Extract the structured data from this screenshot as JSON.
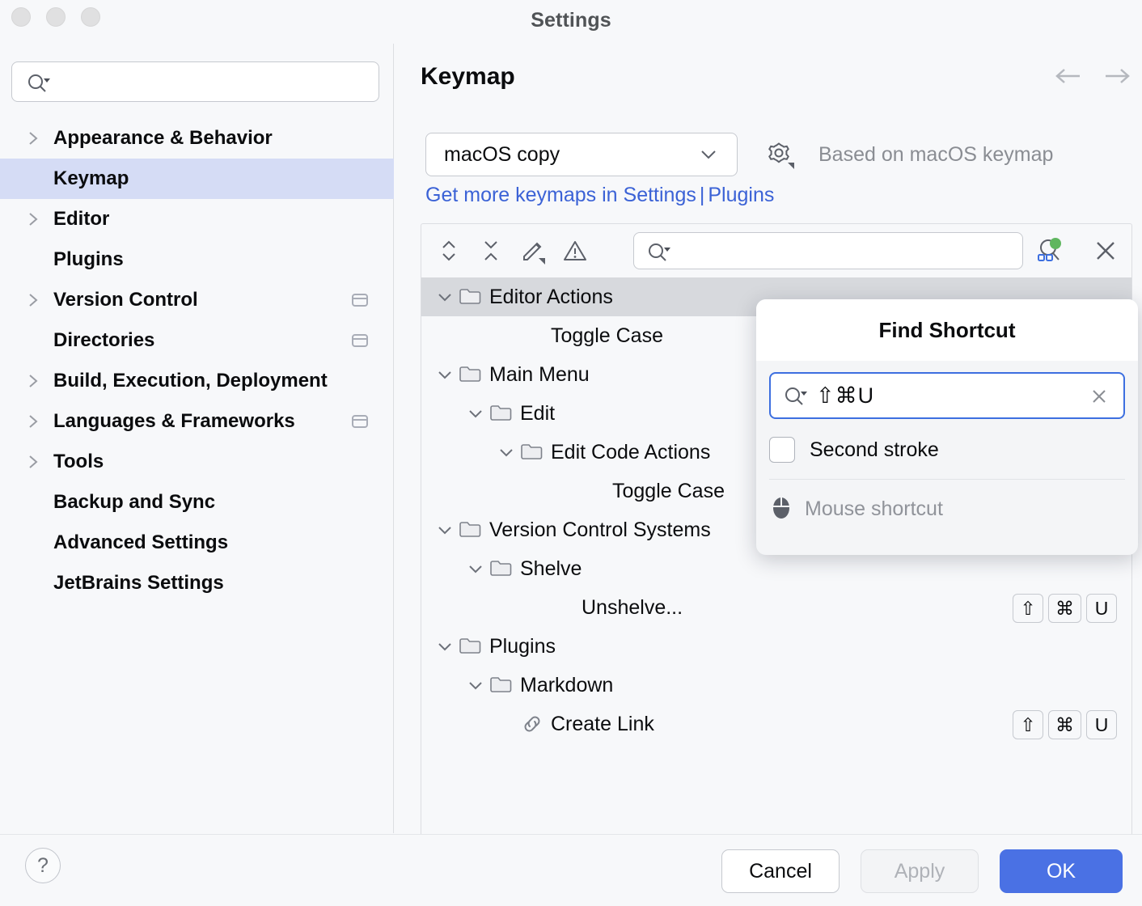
{
  "window": {
    "title": "Settings",
    "traffic_lights": [
      "close",
      "minimize",
      "zoom"
    ]
  },
  "sidebar": {
    "search": {
      "placeholder": "",
      "value": "",
      "icon": "search-icon"
    },
    "items": [
      {
        "label": "Appearance & Behavior",
        "expandable": true,
        "selected": false,
        "scope_icon": false
      },
      {
        "label": "Keymap",
        "expandable": false,
        "selected": true,
        "scope_icon": false
      },
      {
        "label": "Editor",
        "expandable": true,
        "selected": false,
        "scope_icon": false
      },
      {
        "label": "Plugins",
        "expandable": false,
        "selected": false,
        "scope_icon": false
      },
      {
        "label": "Version Control",
        "expandable": true,
        "selected": false,
        "scope_icon": true
      },
      {
        "label": "Directories",
        "expandable": false,
        "selected": false,
        "scope_icon": true
      },
      {
        "label": "Build, Execution, Deployment",
        "expandable": true,
        "selected": false,
        "scope_icon": false
      },
      {
        "label": "Languages & Frameworks",
        "expandable": true,
        "selected": false,
        "scope_icon": true
      },
      {
        "label": "Tools",
        "expandable": true,
        "selected": false,
        "scope_icon": false
      },
      {
        "label": "Backup and Sync",
        "expandable": false,
        "selected": false,
        "scope_icon": false
      },
      {
        "label": "Advanced Settings",
        "expandable": false,
        "selected": false,
        "scope_icon": false
      },
      {
        "label": "JetBrains Settings",
        "expandable": false,
        "selected": false,
        "scope_icon": false
      }
    ]
  },
  "main": {
    "page_title": "Keymap",
    "nav_back_icon": "arrow-left-icon",
    "nav_forward_icon": "arrow-right-icon",
    "keymap_select": {
      "value": "macOS copy",
      "chevron": "chevron-down-icon"
    },
    "gear_icon": "gear-dropdown-icon",
    "based_on": "Based on macOS keymap",
    "links": {
      "text": "Get more keymaps in Settings",
      "separator": "|",
      "text2": "Plugins"
    },
    "toolbar": {
      "expand_all": "expand-all-icon",
      "collapse_all": "collapse-all-icon",
      "edit_shortcut": "edit-pencil-dropdown-icon",
      "conflicts": "warning-triangle-icon",
      "search": {
        "placeholder": "",
        "value": "",
        "icon": "search-icon"
      },
      "find_by_shortcut": "find-by-shortcut-icon",
      "close": "close-x-icon"
    },
    "tree": [
      {
        "label": "Editor Actions",
        "depth": 0,
        "type": "folder",
        "expanded": true,
        "selected": true,
        "keys": []
      },
      {
        "label": "Toggle Case",
        "depth": 2,
        "type": "action",
        "expanded": false,
        "selected": false,
        "keys": []
      },
      {
        "label": "Main Menu",
        "depth": 0,
        "type": "folder",
        "expanded": true,
        "selected": false,
        "keys": []
      },
      {
        "label": "Edit",
        "depth": 1,
        "type": "folder",
        "expanded": true,
        "selected": false,
        "keys": []
      },
      {
        "label": "Edit Code Actions",
        "depth": 2,
        "type": "folder",
        "expanded": true,
        "selected": false,
        "keys": []
      },
      {
        "label": "Toggle Case",
        "depth": 4,
        "type": "action",
        "expanded": false,
        "selected": false,
        "keys": []
      },
      {
        "label": "Version Control Systems",
        "depth": 0,
        "type": "folder",
        "expanded": true,
        "selected": false,
        "keys": []
      },
      {
        "label": "Shelve",
        "depth": 1,
        "type": "folder",
        "expanded": true,
        "selected": false,
        "keys": []
      },
      {
        "label": "Unshelve...",
        "depth": 3,
        "type": "action",
        "expanded": false,
        "selected": false,
        "keys": [
          "⇧",
          "⌘",
          "U"
        ]
      },
      {
        "label": "Plugins",
        "depth": 0,
        "type": "folder",
        "expanded": true,
        "selected": false,
        "keys": []
      },
      {
        "label": "Markdown",
        "depth": 1,
        "type": "folder",
        "expanded": true,
        "selected": false,
        "keys": []
      },
      {
        "label": "Create Link",
        "depth": 2,
        "type": "link-action",
        "expanded": false,
        "selected": false,
        "keys": [
          "⇧",
          "⌘",
          "U"
        ]
      }
    ]
  },
  "popup": {
    "title": "Find Shortcut",
    "shortcut_value": "⇧⌘U",
    "search_icon": "search-icon",
    "clear_icon": "clear-x-icon",
    "second_stroke_label": "Second stroke",
    "second_stroke_checked": false,
    "mouse_icon": "mouse-icon",
    "mouse_label": "Mouse shortcut"
  },
  "footer": {
    "help_icon": "question-mark-icon",
    "cancel": "Cancel",
    "apply": "Apply",
    "apply_disabled": true,
    "ok": "OK"
  },
  "colors": {
    "accent_blue": "#4A71E4",
    "link_blue": "#3B62D6",
    "selection_lavender": "#D5DCF5",
    "tree_selection_gray": "#D7D9DD",
    "bg": "#F7F8FA",
    "badge_green": "#5FB65F"
  }
}
